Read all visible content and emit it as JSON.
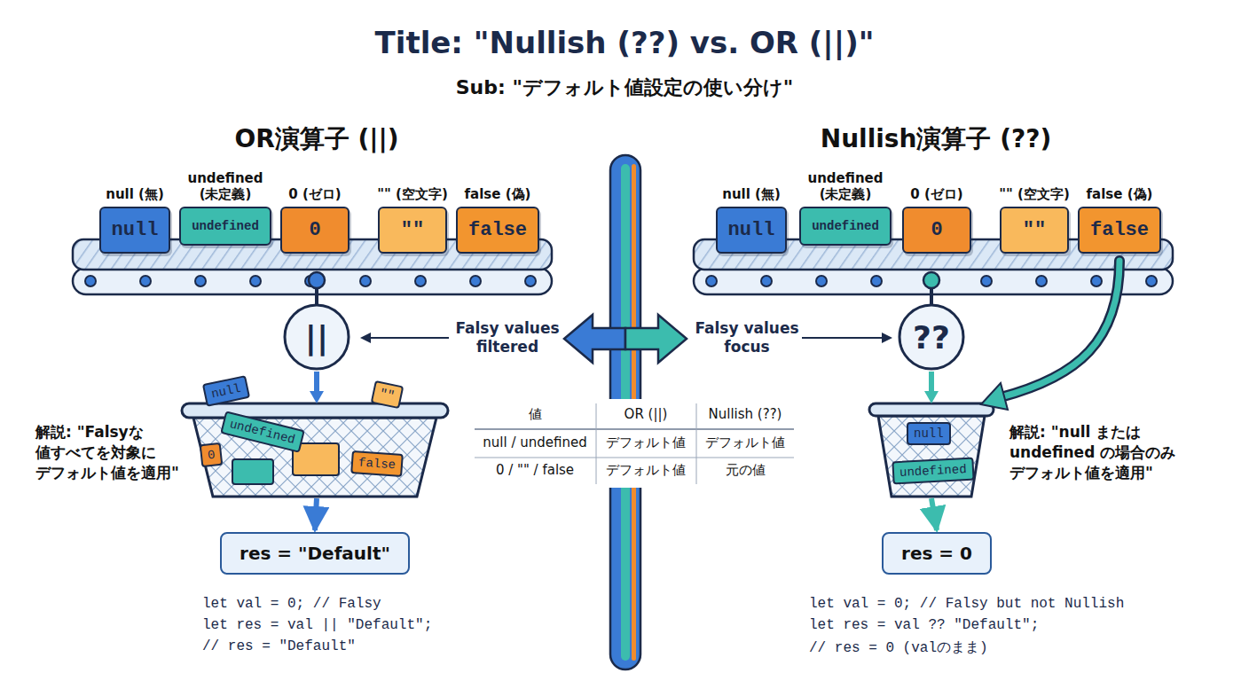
{
  "diagram": {
    "title": "Title: \"Nullish (??) vs. OR (||)\"",
    "nodes": [
      {
        "text": [
          "null (無)",
          "null"
        ]
      },
      {
        "text": [
          "undefined (未定義)",
          "undefined"
        ]
      },
      {
        "text": [
          "0 (ゼロ)",
          "0"
        ]
      },
      {
        "text": [
          "\"\" (空文字)",
          "\"\""
        ]
      },
      {
        "text": [
          "false (偽)",
          "false"
        ]
      },
      {
        "text": [
          "null (無)",
          "null"
        ]
      },
      {
        "text": [
          "undefined (未定義)",
          "undefined"
        ]
      },
      {
        "text": [
          "0 (ゼロ)",
          "0"
        ]
      },
      {
        "text": [
          "\"\" (空文字)",
          "\"\""
        ]
      },
      {
        "text": [
          "false (偽)",
          "false"
        ]
      },
      {
        "text": [
          "||"
        ]
      },
      {
        "text": [
          "??"
        ]
      },
      {
        "text": [
          "res = \"Default\""
        ]
      },
      {
        "text": [
          "res = 0"
        ]
      }
    ],
    "edges": [
      {
        "from": 10,
        "to": 12,
        "arrow": "to"
      },
      {
        "from": 11,
        "to": 13,
        "arrow": "to"
      }
    ],
    "labels": [
      "Sub: \"デフォルト値設定の使い分け\"",
      "OR演算子 (||)",
      "Nullish演算子 (??)",
      "Falsy values filtered",
      "Falsy values focus",
      "値",
      "OR (||)",
      "Nullish (??)",
      "null / undefined",
      "デフォルト値",
      "デフォルト値",
      "0 / \"\" / false",
      "デフォルト値",
      "元の値",
      "解説: \"Falsyな 値すべてを対象に デフォルト値を適用\"",
      "解説: \"null または undefined の場合のみ デフォルト値を適用\"",
      "let val = 0; // Falsy",
      "let res = val || \"Default\";",
      "// res = \"Default\"",
      "let val = 0; // Falsy but not Nullish",
      "let res = val ?? \"Default\";",
      "// res = 0 (valのまま)",
      "null",
      "undefined",
      "0",
      "\"\"",
      "false",
      "null",
      "undefined"
    ]
  }
}
